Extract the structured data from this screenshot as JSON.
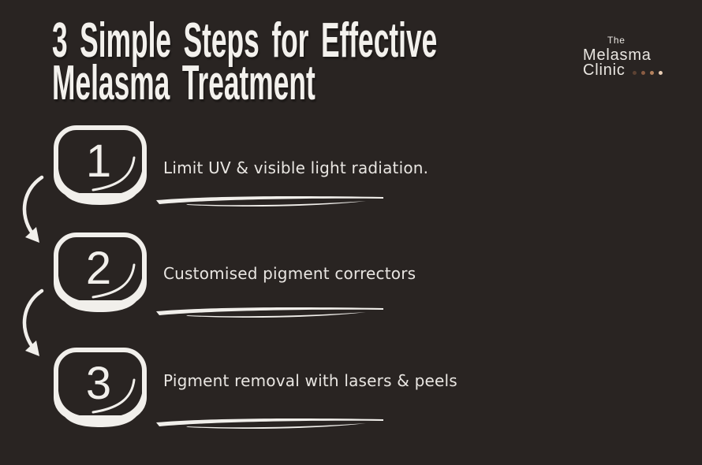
{
  "canvas": {
    "background": "#292422"
  },
  "title": {
    "line1": "3 Simple Steps for Effective",
    "line2": "Melasma Treatment",
    "color": "#f3f1ed"
  },
  "logo": {
    "prefix": "The",
    "name_line1": "Melasma",
    "name_line2": "Clinic",
    "text_color": "#e9e6e1",
    "dot_colors": [
      "#5c4233",
      "#8a5c43",
      "#b5825d",
      "#e8cdb4"
    ]
  },
  "steps": [
    {
      "number": "1",
      "text": "Limit UV & visible light radiation."
    },
    {
      "number": "2",
      "text": "Customised pigment correctors"
    },
    {
      "number": "3",
      "text": "Pigment removal with lasers & peels"
    }
  ],
  "accents": {
    "shape_color": "#f1efeb",
    "step_text_color": "#e9e6e2",
    "title_color": "#f3f1ed"
  }
}
